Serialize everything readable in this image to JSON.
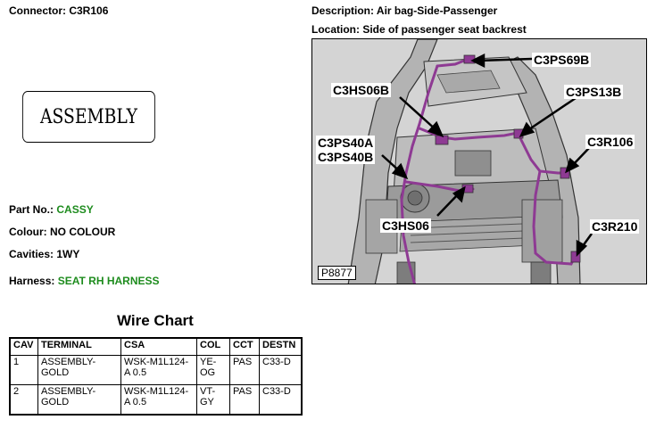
{
  "connector": {
    "label": "Connector:",
    "value": "C3R106"
  },
  "description": {
    "label": "Description:",
    "value": "Air bag-Side-Passenger"
  },
  "location": {
    "label": "Location:",
    "value": "Side of passenger seat backrest"
  },
  "assembly_image_text": "ASSEMBLY",
  "details": {
    "part_no": {
      "label": "Part No.:",
      "value": "CASSY"
    },
    "colour": {
      "label": "Colour:",
      "value": "NO COLOUR"
    },
    "cavities": {
      "label": "Cavities:",
      "value": "1WY"
    },
    "harness": {
      "label": "Harness:",
      "value": "SEAT RH HARNESS"
    }
  },
  "diagram": {
    "callouts": {
      "c3ps69b": "C3PS69B",
      "c3hs06b": "C3HS06B",
      "c3ps13b": "C3PS13B",
      "c3ps40a": "C3PS40A",
      "c3ps40b": "C3PS40B",
      "c3r106": "C3R106",
      "c3hs06": "C3HS06",
      "c3r210": "C3R210"
    },
    "picture_number": "P8877",
    "harness_color": "#8e3a93"
  },
  "wire_chart": {
    "title": "Wire Chart",
    "headers": [
      "CAV",
      "TERMINAL",
      "CSA",
      "COL",
      "CCT",
      "DESTN"
    ],
    "rows": [
      [
        "1",
        "ASSEMBLY-\nGOLD",
        "WSK-M1L124-\nA 0.5",
        "YE-\nOG",
        "PAS",
        "C33-D"
      ],
      [
        "2",
        "ASSEMBLY-\nGOLD",
        "WSK-M1L124-\nA 0.5",
        "VT-\nGY",
        "PAS",
        "C33-D"
      ]
    ]
  }
}
